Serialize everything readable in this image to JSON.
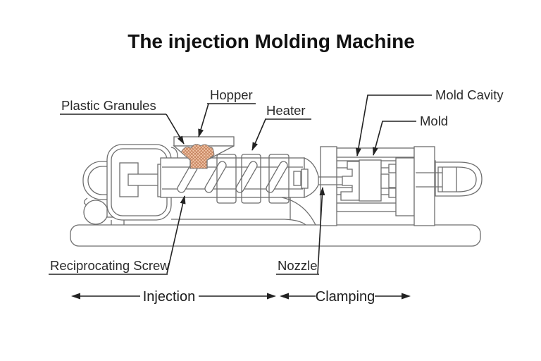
{
  "title": "The injection Molding Machine",
  "labels": {
    "plastic_granules": "Plastic Granules",
    "hopper": "Hopper",
    "heater": "Heater",
    "mold_cavity": "Mold Cavity",
    "mold": "Mold",
    "reciprocating_screw": "Reciprocating Screw",
    "nozzle": "Nozzle"
  },
  "dimensions": {
    "injection": "Injection",
    "clamping": "Clamping"
  },
  "colors": {
    "background": "#ffffff",
    "machine_line": "#6e6e6e",
    "annotation": "#222222",
    "granules_fill": "#f2c5a7",
    "granules_hatch": "#bf7b55"
  }
}
